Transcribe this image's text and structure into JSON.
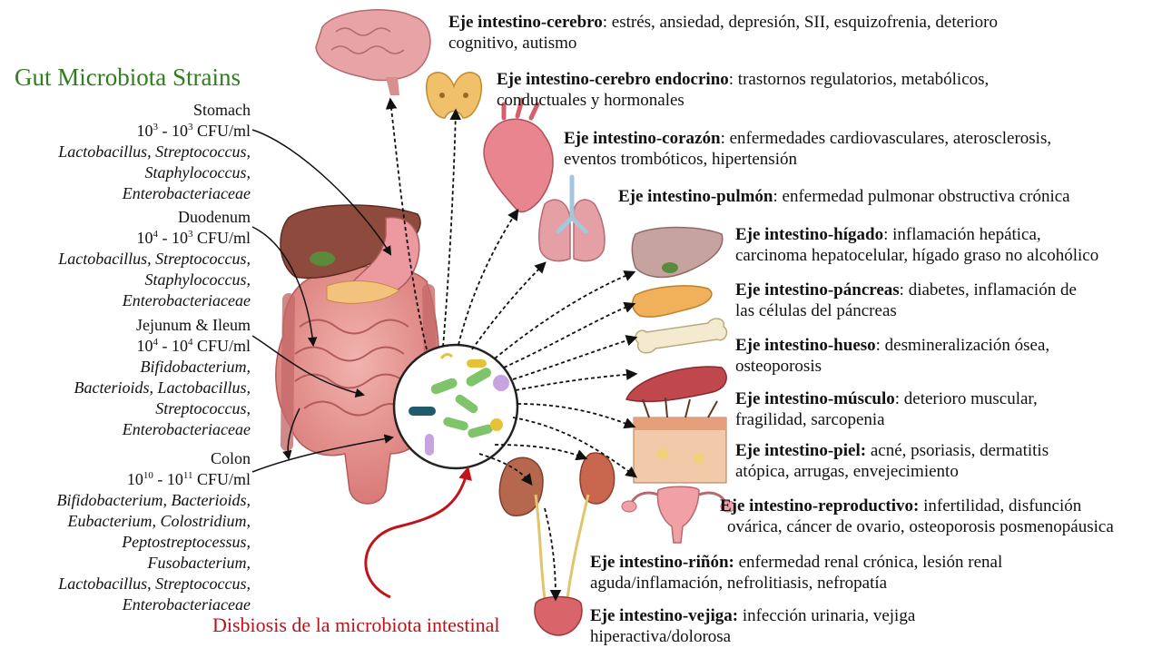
{
  "title": "Gut Microbiota Strains",
  "strains": [
    {
      "segment": "Stomach",
      "cfu_base1": "10",
      "cfu_exp1": "3",
      "cfu_base2": "10",
      "cfu_exp2": "3",
      "cfu_unit": "CFU/ml",
      "species": [
        "Lactobacillus, Streptococcus,",
        "Staphylococcus,",
        "Enterobacteriaceae"
      ]
    },
    {
      "segment": "Duodenum",
      "cfu_base1": "10",
      "cfu_exp1": "4",
      "cfu_base2": "10",
      "cfu_exp2": "3",
      "cfu_unit": "CFU/ml",
      "species": [
        "Lactobacillus, Streptococcus,",
        "Staphylococcus,",
        "Enterobacteriaceae"
      ]
    },
    {
      "segment": "Jejunum & Ileum",
      "cfu_base1": "10",
      "cfu_exp1": "4",
      "cfu_base2": "10",
      "cfu_exp2": "4",
      "cfu_unit": "CFU/ml",
      "species": [
        "Bifidobacterium,",
        "Bacterioids, Lactobacillus,",
        "Streptococcus,",
        "Enterobacteriaceae"
      ]
    },
    {
      "segment": "Colon",
      "cfu_base1": "10",
      "cfu_exp1": "10",
      "cfu_base2": "10",
      "cfu_exp2": "11",
      "cfu_unit": "CFU/ml",
      "species": [
        "Bifidobacterium, Bacterioids,",
        "Eubacterium, Colostridium,",
        "Peptostreptocessus,",
        "Fusobacterium,",
        "Lactobacillus, Streptococcus,",
        "Enterobacteriaceae"
      ]
    }
  ],
  "dysbiosis": "Disbiosis de la microbiota intestinal",
  "axes": [
    {
      "name": "Eje intestino-cerebro",
      "line1": ": estrés, ansiedad, depresión, SII, esquizofrenia, deterioro",
      "line2": "cognitivo, autismo"
    },
    {
      "name": "Eje intestino-cerebro endocrino",
      "line1": ": trastornos regulatorios, metabólicos,",
      "line2": "conductuales y hormonales"
    },
    {
      "name": "Eje intestino-corazón",
      "line1": ": enfermedades cardiovasculares, aterosclerosis,",
      "line2": "eventos trombóticos, hipertensión"
    },
    {
      "name": "Eje intestino-pulmón",
      "line1": ": enfermedad pulmonar obstructiva crónica",
      "line2": ""
    },
    {
      "name": "Eje intestino-hígado",
      "line1": ": inflamación hepática,",
      "line2": "carcinoma hepatocelular, hígado graso no alcohólico"
    },
    {
      "name": "Eje intestino-páncreas",
      "line1": ": diabetes, inflamación de",
      "line2": "las células del páncreas"
    },
    {
      "name": "Eje intestino-hueso",
      "line1": ": desmineralización ósea,",
      "line2": "osteoporosis"
    },
    {
      "name": "Eje intestino-músculo",
      "line1": ": deterioro muscular,",
      "line2": "fragilidad, sarcopenia"
    },
    {
      "name": "Eje intestino-piel:",
      "line1": " acné, psoriasis, dermatitis",
      "line2": "atópica, arrugas, envejecimiento"
    },
    {
      "name": "Eje intestino-reproductivo:",
      "line1": " infertilidad, disfunción",
      "line2": "ovárica, cáncer de ovario, osteoporosis posmenopáusica"
    },
    {
      "name": "Eje intestino-riñón:",
      "line1": " enfermedad renal crónica, lesión renal",
      "line2": "aguda/inflamación, nefrolitiasis, nefropatía"
    },
    {
      "name": "Eje intestino-vejiga:",
      "line1": " infección urinaria, vejiga",
      "line2": "hiperactiva/dolorosa"
    }
  ],
  "colors": {
    "title": "#2f7d1e",
    "dysbiosis": "#b3151b",
    "organ": "#e39a9a",
    "liver": "#8e4a3c"
  }
}
